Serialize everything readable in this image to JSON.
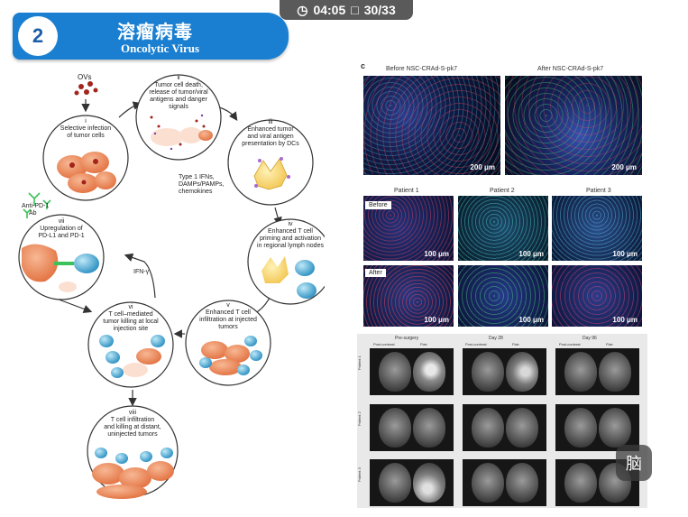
{
  "topbar": {
    "time": "04:05",
    "page": "30/33"
  },
  "header": {
    "number": "2",
    "title_cn": "溶瘤病毒",
    "title_en": "Oncolytic Virus"
  },
  "figure_left": {
    "ovs_label": "OVs",
    "steps": [
      {
        "id": "i",
        "text": [
          "Selective infection",
          "of tumor cells"
        ]
      },
      {
        "id": "ii",
        "text": [
          "Tumor cell death,",
          "release of tumor/viral",
          "antigens and danger",
          "signals"
        ]
      },
      {
        "id": "iii",
        "text": [
          "Enhanced tumor",
          "and viral antigen",
          "presentation by DCs"
        ]
      },
      {
        "id": "iv",
        "text": [
          "Enhanced T cell",
          "priming and activation",
          "in regional lymph nodes"
        ]
      },
      {
        "id": "v",
        "text": [
          "Enhanced T cell",
          "infiltration at injected",
          "tumors"
        ]
      },
      {
        "id": "vi",
        "text": [
          "T cell–mediated",
          "tumor killing at local",
          "injection site"
        ]
      },
      {
        "id": "vii",
        "text": [
          "Upregulation of",
          "PD-L1 and PD-1"
        ]
      },
      {
        "id": "viii",
        "text": [
          "T cell infiltration",
          "and killing at distant,",
          "uninjected tumors"
        ]
      }
    ],
    "type1_label": [
      "Type 1 IFNs,",
      "DAMPs/PAMPs,",
      "chemokines"
    ],
    "antipd1_label": [
      "Anti-PD-1",
      "Ab"
    ],
    "ifn_label": "IFN-γ"
  },
  "figure_right": {
    "panel_letter": "c",
    "before_title": "Before NSC-CRAd-S-pk7",
    "after_title": "After NSC-CRAd-S-pk7",
    "scale_label": "200 μm",
    "patients": [
      "Patient 1",
      "Patient 2",
      "Patient 3"
    ],
    "row_before": "Before",
    "row_after": "After",
    "small_scale": "100 μm",
    "mri_columns": [
      "Pre-surgery",
      "Day 28",
      "Day 96"
    ],
    "mri_subcols": [
      "Post-contrast",
      "Flair",
      "Post-contrast",
      "Flair",
      "Post-contrast",
      "Flair"
    ],
    "mri_rows": [
      "Patient 1",
      "Patient 2",
      "Patient 3"
    ]
  },
  "watermark": "脑"
}
